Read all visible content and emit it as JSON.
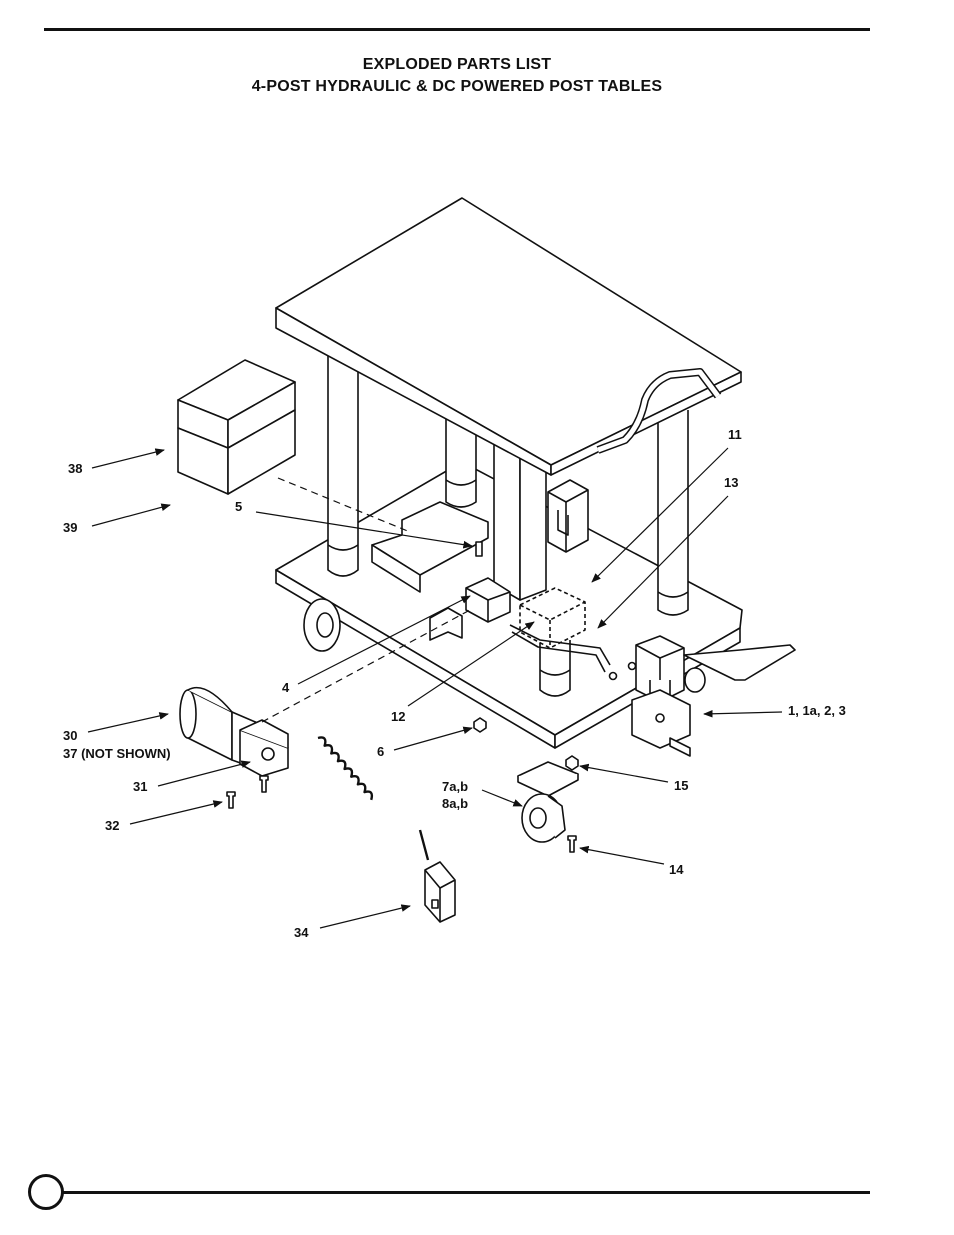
{
  "header": {
    "title_line1": "EXPLODED PARTS LIST",
    "title_line2": "4-POST HYDRAULIC & DC POWERED POST TABLES"
  },
  "callouts": {
    "c38": "38",
    "c39": "39",
    "c5": "5",
    "c11": "11",
    "c13": "13",
    "c4": "4",
    "c12": "12",
    "c6": "6",
    "c30": "30",
    "c37": "37 (NOT SHOWN)",
    "c31": "31",
    "c32": "32",
    "c7": "7a,b",
    "c8": "8a,b",
    "c15": "15",
    "c14": "14",
    "c1": "1, 1a, 2, 3",
    "c34": "34"
  }
}
